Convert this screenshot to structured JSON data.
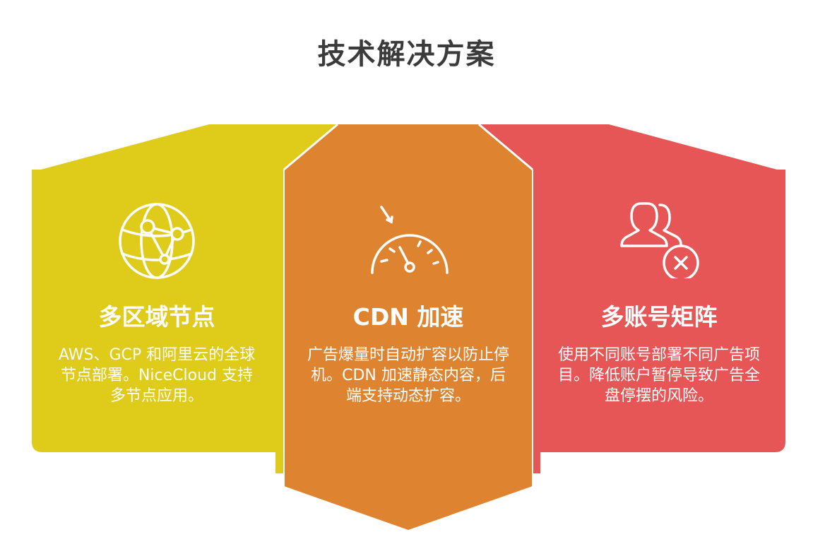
{
  "page": {
    "title": "技术解决方案"
  },
  "colors": {
    "yellow": "#dfcb19",
    "orange": "#de8431",
    "red": "#e65656",
    "title_text": "#3b3b3b",
    "card_text": "#ffffff"
  },
  "cards": [
    {
      "title": "多区域节点",
      "description": "AWS、GCP 和阿里云的全球节点部署。NiceCloud 支持多节点应用。",
      "icon": "globe-network-icon"
    },
    {
      "title": "CDN 加速",
      "description": "广告爆量时自动扩容以防止停机。CDN 加速静态内容，后端支持动态扩容。",
      "icon": "speedometer-icon"
    },
    {
      "title": "多账号矩阵",
      "description": "使用不同账号部署不同广告项目。降低账户暂停导致广告全盘停摆的风险。",
      "icon": "users-remove-icon"
    }
  ]
}
